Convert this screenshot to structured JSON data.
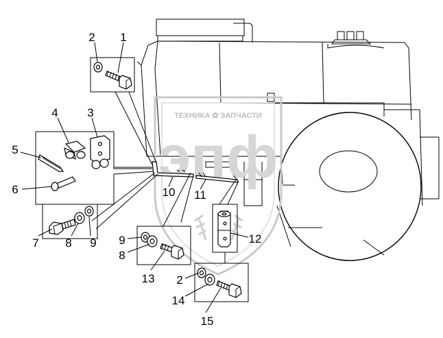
{
  "watermark": {
    "top_text": "ТЕХНИКА ✿ ЗАПЧАСТИ",
    "logo_text": "эпф"
  },
  "callouts": [
    {
      "id": "c1",
      "label": "1"
    },
    {
      "id": "c2",
      "label": "2"
    },
    {
      "id": "c3",
      "label": "3"
    },
    {
      "id": "c4",
      "label": "4"
    },
    {
      "id": "c5",
      "label": "5"
    },
    {
      "id": "c6",
      "label": "6"
    },
    {
      "id": "c7",
      "label": "7"
    },
    {
      "id": "c8a",
      "label": "8"
    },
    {
      "id": "c9a",
      "label": "9"
    },
    {
      "id": "c10",
      "label": "10"
    },
    {
      "id": "c11",
      "label": "11"
    },
    {
      "id": "c12",
      "label": "12"
    },
    {
      "id": "c9b",
      "label": "9"
    },
    {
      "id": "c8b",
      "label": "8"
    },
    {
      "id": "c13",
      "label": "13"
    },
    {
      "id": "c2b",
      "label": "2"
    },
    {
      "id": "c14",
      "label": "14"
    },
    {
      "id": "c15",
      "label": "15"
    }
  ]
}
